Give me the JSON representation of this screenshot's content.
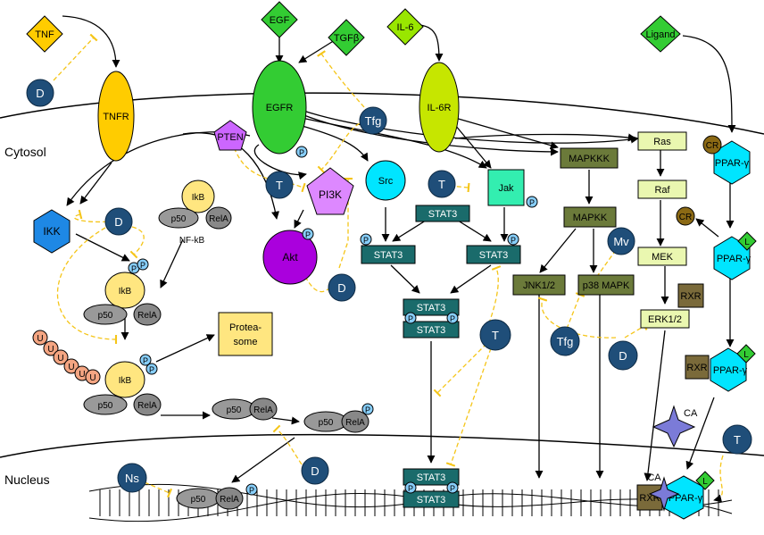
{
  "compartments": {
    "cytosol": "Cytosol",
    "nucleus": "Nucleus"
  },
  "ligands": {
    "tnf": "TNF",
    "egf": "EGF",
    "tgfb": "TGFβ",
    "il6": "IL-6",
    "ligand": "Ligand"
  },
  "receptors": {
    "tnfr": "TNFR",
    "egfr": "EGFR",
    "il6r": "IL-6R"
  },
  "kinases": {
    "pi3k": "PI3K",
    "akt": "Akt",
    "pten": "PTEN",
    "src": "Src",
    "jak": "Jak",
    "ikk": "IKK"
  },
  "nfkb": {
    "ikb": "IkB",
    "p50": "p50",
    "rela": "RelA",
    "label": "NF-kB"
  },
  "stat": {
    "stat3": "STAT3"
  },
  "mapk": {
    "mapkkk": "MAPKKK",
    "mapkk": "MAPKK",
    "jnk": "JNK1/2",
    "p38": "p38 MAPK"
  },
  "ras": {
    "ras": "Ras",
    "raf": "Raf",
    "mek": "MEK",
    "erk": "ERK1/2"
  },
  "ppar": {
    "ppar": "PPAR-γ",
    "rxr": "RXR",
    "cr": "CR",
    "l": "L",
    "ca": "CA"
  },
  "proteasome": {
    "line1": "Protea-",
    "line2": "some"
  },
  "markers": {
    "p": "P",
    "u": "U"
  },
  "drugs": {
    "d": "D",
    "t": "T",
    "tfg": "Tfg",
    "mv": "Mv",
    "ns": "Ns"
  },
  "colors": {
    "inhibition": "#f5c518",
    "egfr": "#33cc33",
    "il6r": "#c6e600",
    "tnfr": "#ffcc00",
    "stat3": "#1a6b6b",
    "mapk": "#6b7a3a",
    "ras": "#eaf7b0",
    "ppar": "#00e5ff",
    "drug": "#1f4e79"
  }
}
